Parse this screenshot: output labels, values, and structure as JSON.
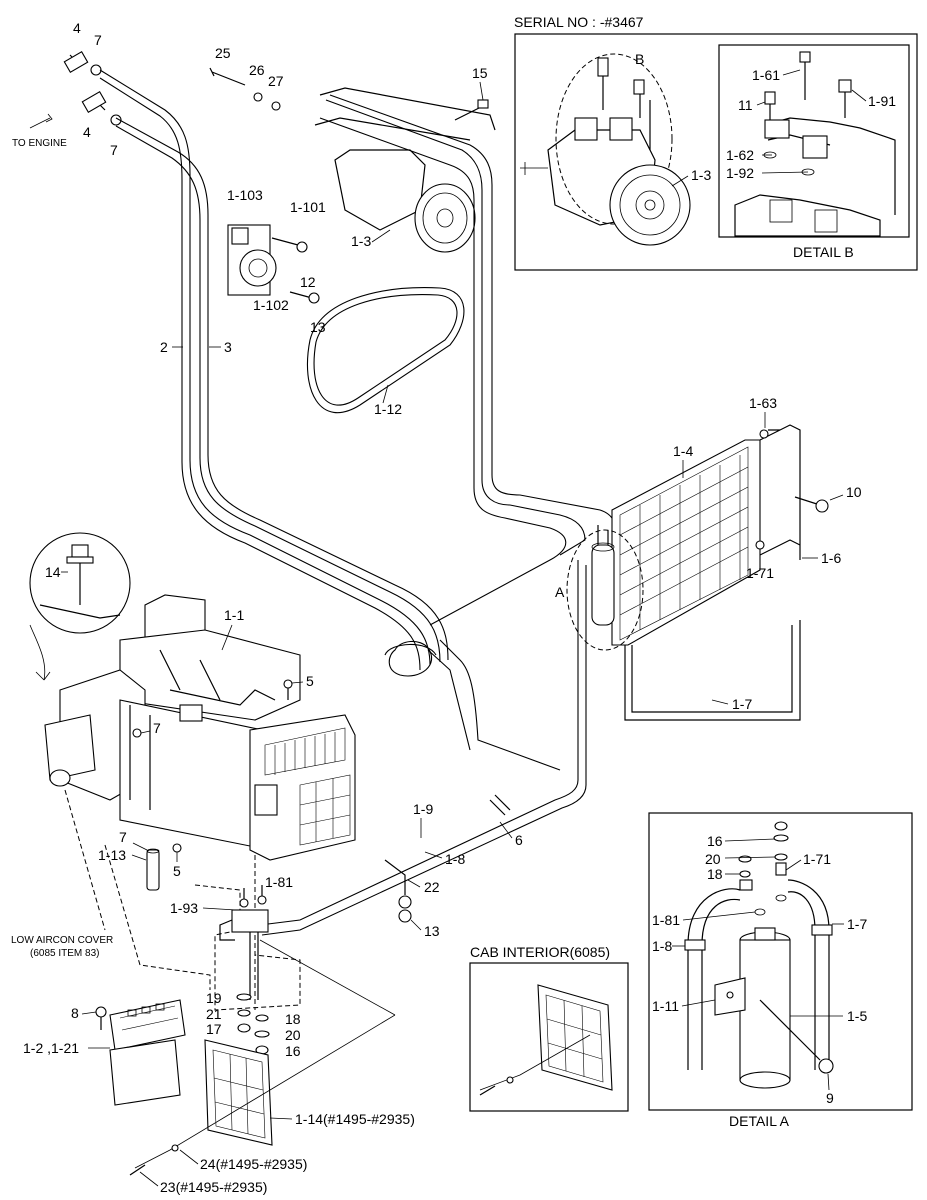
{
  "serial_box": {
    "title": "SERIAL NO : -#3467"
  },
  "detail_b": {
    "title": "DETAIL B",
    "labels": [
      "1-61",
      "11",
      "1-91",
      "1-62",
      "1-92"
    ]
  },
  "detail_a": {
    "title": "DETAIL A",
    "labels": [
      "16",
      "20",
      "18",
      "1-71",
      "1-81",
      "1-7",
      "1-8",
      "1-11",
      "1-5",
      "9"
    ]
  },
  "cab_interior": {
    "title": "CAB INTERIOR(6085)"
  },
  "low_cover": {
    "line1": "LOW AIRCON COVER",
    "line2": "(6085 ITEM 83)"
  },
  "to_engine": "TO ENGINE",
  "callouts": {
    "c4a": "4",
    "c7a": "7",
    "c4b": "4",
    "c7b": "7",
    "c25": "25",
    "c26": "26",
    "c27": "27",
    "c15": "15",
    "c1_103": "1-103",
    "c1_101": "1-101",
    "c12": "12",
    "c1_102": "1-102",
    "c13a": "13",
    "c1_3": "1-3",
    "c1_12": "1-12",
    "c2": "2",
    "c3": "3",
    "cB": "B",
    "c1_3b": "1-3",
    "c1_63": "1-63",
    "c1_4": "1-4",
    "c10": "10",
    "c1_6": "1-6",
    "c1_71": "1-71",
    "cA": "A",
    "c1_7": "1-7",
    "c14": "14",
    "c1_1": "1-1",
    "c5a": "5",
    "c7c": "7",
    "c1_9": "1-9",
    "c6": "6",
    "c1_8": "1-8",
    "c22": "22",
    "c13b": "13",
    "c7d": "7",
    "c1_13": "1-13",
    "c5b": "5",
    "c1_81": "1-81",
    "c1_93": "1-93",
    "c19": "19",
    "c21": "21",
    "c18": "18",
    "c17": "17",
    "c20": "20",
    "c16": "16",
    "c8": "8",
    "c1_2": "1-2 ,1-21",
    "c1_14": "1-14(#1495-#2935)",
    "c24": "24(#1495-#2935)",
    "c23": "23(#1495-#2935)"
  }
}
